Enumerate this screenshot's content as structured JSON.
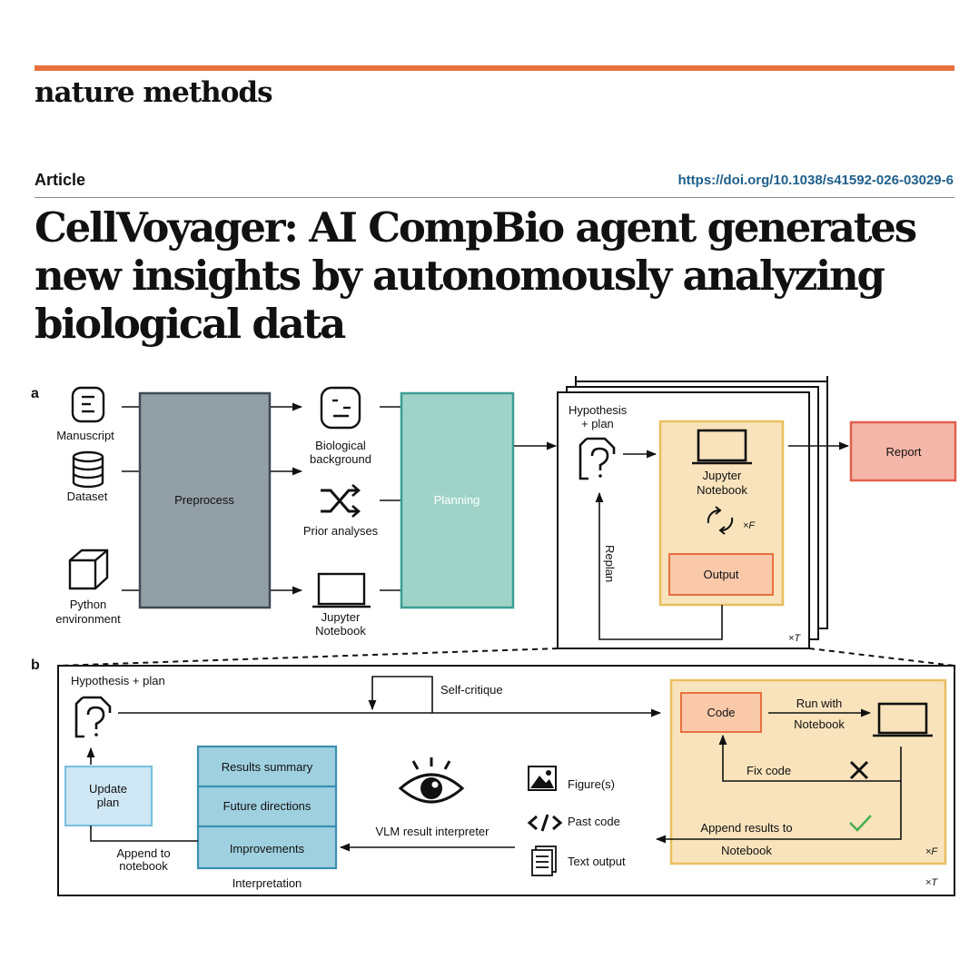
{
  "header": {
    "journal": "nature methods",
    "article_type": "Article",
    "doi": "https://doi.org/10.1038/s41592-026-03029-6",
    "title_lines": [
      "CellVoyager: AI CompBio agent generates",
      "new insights by autonomously analyzing",
      "biological data"
    ]
  },
  "colors": {
    "accent": "#e8703f",
    "preprocess": "#939fa6",
    "planning": "#9fd3c8",
    "notebook_panel": "#f8e3bc",
    "output": "#f9c9aa",
    "report": "#f4b6a8",
    "interpretation": "#9fd0e0",
    "update_plan": "#cfe7f4"
  },
  "panel_a": {
    "label": "a",
    "inputs": {
      "manuscript": "Manuscript",
      "dataset": "Dataset",
      "python_line1": "Python",
      "python_line2": "environment"
    },
    "preprocess": "Preprocess",
    "middle": {
      "bio_line1": "Biological",
      "bio_line2": "background",
      "prior": "Prior analyses",
      "jup_line1": "Jupyter",
      "jup_line2": "Notebook"
    },
    "planning": "Planning",
    "loop": {
      "hyp_line1": "Hypothesis",
      "hyp_line2": "+ plan",
      "jup_line1": "Jupyter",
      "jup_line2": "Notebook",
      "xf": "×F",
      "output": "Output",
      "replan": "Replan",
      "xt": "×T"
    },
    "report": "Report"
  },
  "panel_b": {
    "label": "b",
    "hypothesis": "Hypothesis + plan",
    "self_critique": "Self-critique",
    "code": "Code",
    "run_line1": "Run with",
    "run_line2": "Notebook",
    "fix_code": "Fix code",
    "append_line1": "Append results to",
    "append_line2": "Notebook",
    "xf": "×F",
    "xt": "×T",
    "figures": "Figure(s)",
    "past_code": "Past code",
    "text_output": "Text output",
    "vlm": "VLM result interpreter",
    "results_summary": "Results summary",
    "future_directions": "Future directions",
    "improvements": "Improvements",
    "interpretation": "Interpretation",
    "update_line1": "Update",
    "update_line2": "plan",
    "append_nb_line1": "Append to",
    "append_nb_line2": "notebook"
  }
}
